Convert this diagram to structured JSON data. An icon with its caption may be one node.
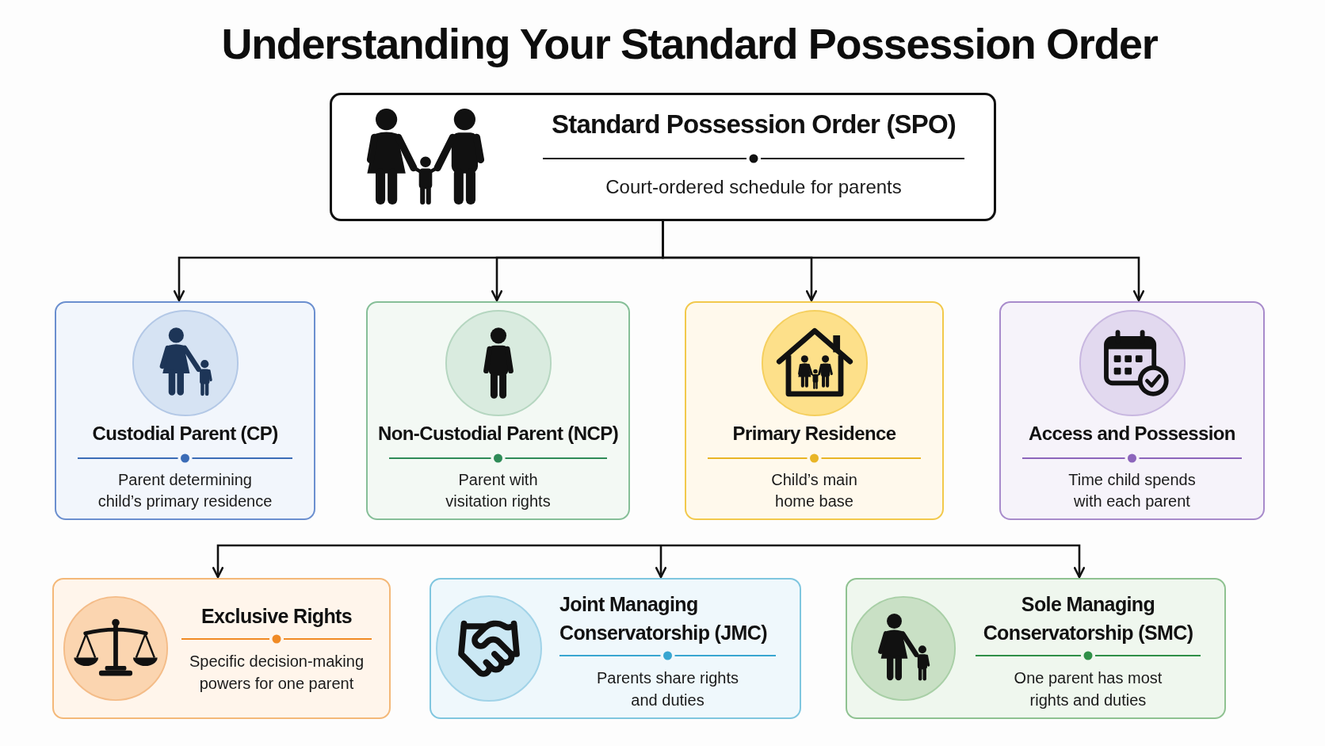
{
  "diagram": {
    "title": "Understanding Your Standard Possession Order",
    "nodes": [
      {
        "text": [
          "Standard Possession Order (SPO)",
          "Court-ordered schedule for parents"
        ]
      },
      {
        "text": [
          "Custodial Parent (CP)",
          "Parent determining child’s primary residence"
        ]
      },
      {
        "text": [
          "Non-Custodial Parent (NCP)",
          "Parent with visitation rights"
        ]
      },
      {
        "text": [
          "Primary Residence",
          "Child’s main home base"
        ]
      },
      {
        "text": [
          "Access and Possession",
          "Time child spends with each parent"
        ]
      },
      {
        "text": [
          "Exclusive Rights",
          "Specific decision-making powers for one parent"
        ]
      },
      {
        "text": [
          "Joint Managing Conservatorship (JMC)",
          "Parents share rights and duties"
        ]
      },
      {
        "text": [
          "Sole Managing Conservatorship (SMC)",
          "One parent has most rights and duties"
        ]
      }
    ],
    "edges": [
      {
        "from": 0,
        "to": 1,
        "arrow": "to"
      },
      {
        "from": 0,
        "to": 2,
        "arrow": "to"
      },
      {
        "from": 0,
        "to": 3,
        "arrow": "to"
      },
      {
        "from": 0,
        "to": 4,
        "arrow": "to"
      },
      {
        "from": null,
        "to": 5,
        "arrow": "to"
      },
      {
        "from": null,
        "to": 6,
        "arrow": "to"
      },
      {
        "from": null,
        "to": 7,
        "arrow": "to"
      }
    ]
  }
}
